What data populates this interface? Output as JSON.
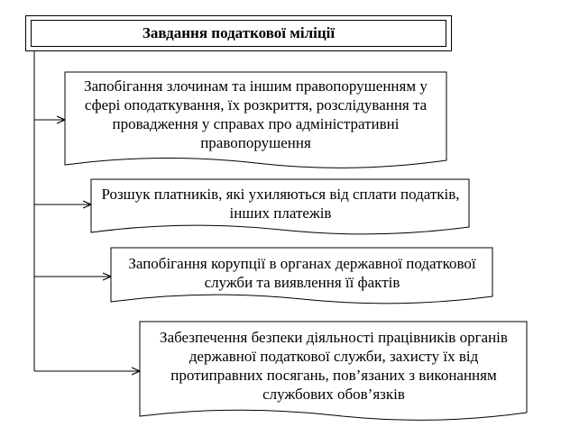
{
  "title": "Завдання податкової міліції",
  "tasks": [
    "Запобігання злочинам та іншим правопорушенням у сфері оподаткування, їх розкриття, розслідування та провадження у справах про адміністративні правопорушення",
    "Розшук платників, які ухиляються від сплати податків, інших платежів",
    "Запобігання корупції в органах державної податкової служби та виявлення її фактів",
    "Забезпечення безпеки діяльності працівників органів державної податкової служби, захисту їх від протиправних посягань, пов’язаних з виконанням службових обов’язків"
  ]
}
